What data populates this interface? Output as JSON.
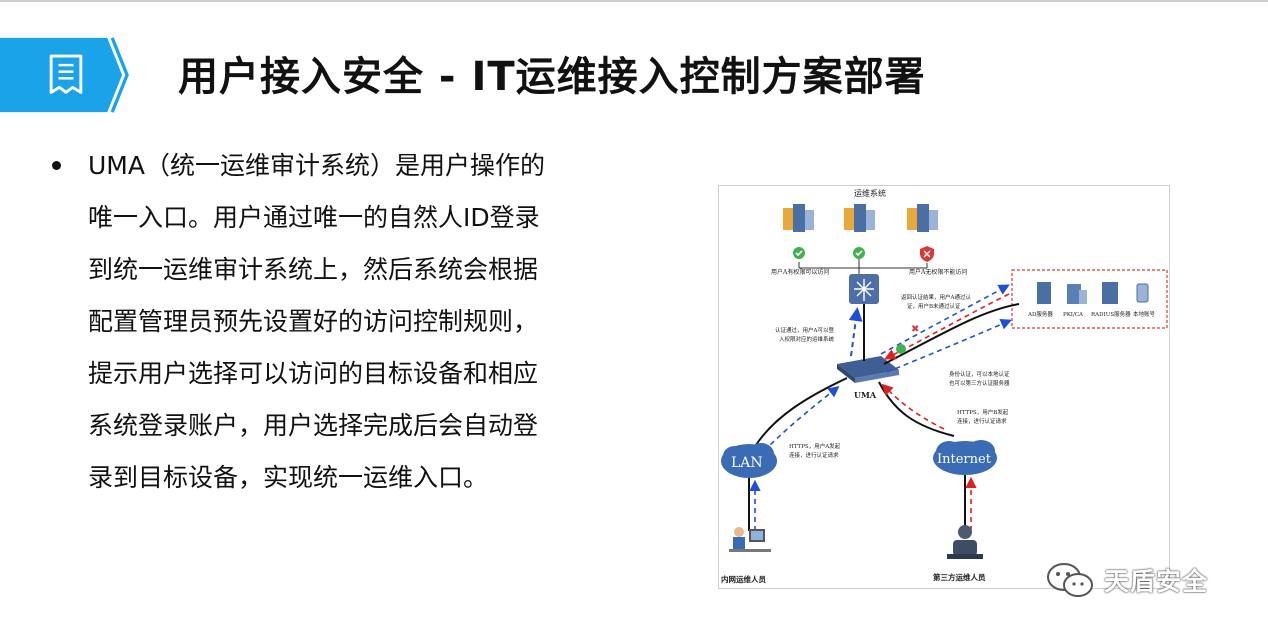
{
  "header": {
    "title": "用户接入安全 - IT运维接入控制方案部署",
    "icon": "document-icon",
    "accent_color": "#1aa3e8"
  },
  "content": {
    "bullet_lines": [
      "UMA（统一运维审计系统）是用户操作的",
      "唯一入口。用户通过唯一的自然人ID登录",
      "到统一运维审计系统上，然后系统会根据",
      "配置管理员预先设置好的访问控制规则，",
      "提示用户选择可以访问的目标设备和相应",
      "系统登录账户，用户选择完成后会自动登",
      "录到目标设备，实现统一运维入口。"
    ]
  },
  "diagram": {
    "system_label": "运维系统",
    "allowed_label": "用户A有权限可以访问",
    "denied_label": "用户A无权限不能访问",
    "uma_label": "UMA",
    "auth_pass_label_1": "认证通过，用户A可以登",
    "auth_pass_label_2": "入权限对应的运维系统",
    "result_label_1": "返回认证结果，用户A通过认",
    "result_label_2": "证，用户B未通过认证",
    "identity_label_1": "身份认证，可以本地认证",
    "identity_label_2": "也可以第三方认证服务器",
    "https_left_1": "HTTPS，用户A发起",
    "https_left_2": "连接，进行认证请求",
    "https_right_1": "HTTPS，用户B发起",
    "https_right_2": "连接，进行认证请求",
    "lan_label": "LAN",
    "internet_label": "Internet",
    "internal_user_label": "内网运维人员",
    "external_user_label": "第三方运维人员",
    "auth_servers": [
      "AD服务器",
      "PKI/CA",
      "RADIUS服务器",
      "本地账号"
    ]
  },
  "watermark": {
    "text": "天盾安全",
    "icon": "wechat-icon"
  }
}
